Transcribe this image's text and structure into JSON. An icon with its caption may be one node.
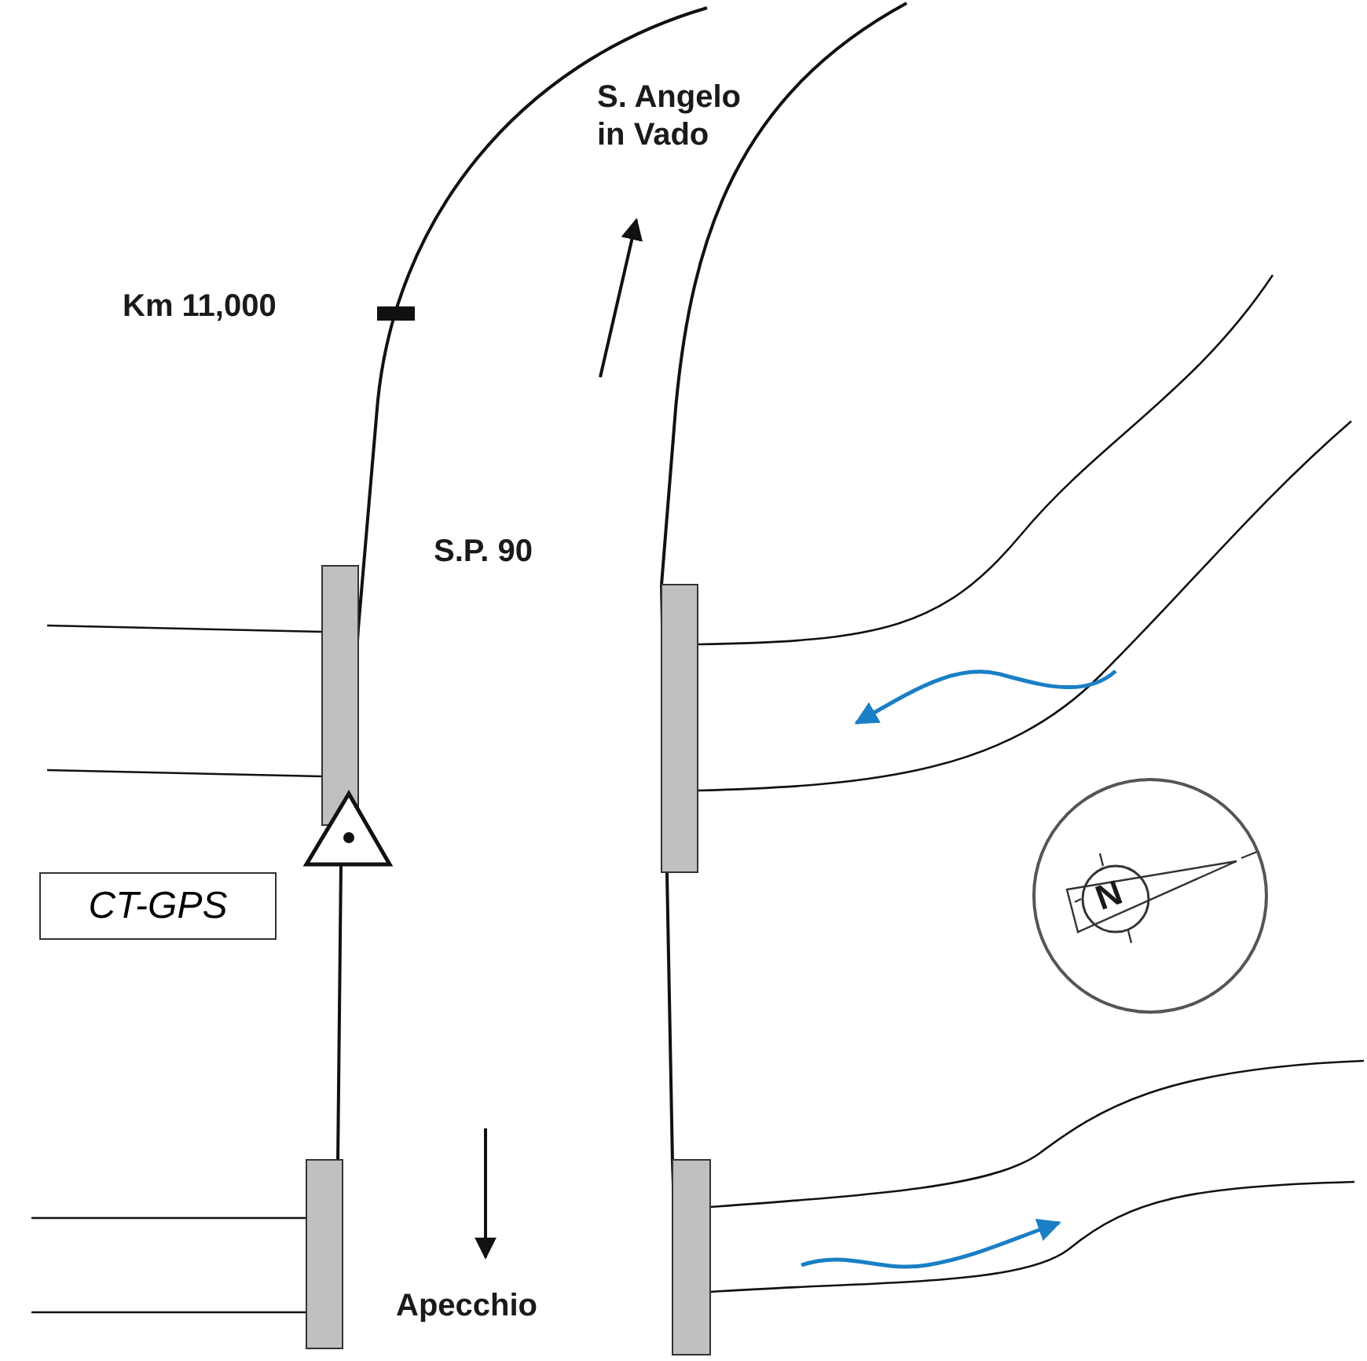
{
  "diagram": {
    "nodes": [
      {
        "text": [
          "CT-GPS"
        ]
      }
    ],
    "labels": [
      "S. Angelo in Vado",
      "Km 11,000",
      "S.P. 90",
      "Apecchio",
      "N"
    ]
  }
}
